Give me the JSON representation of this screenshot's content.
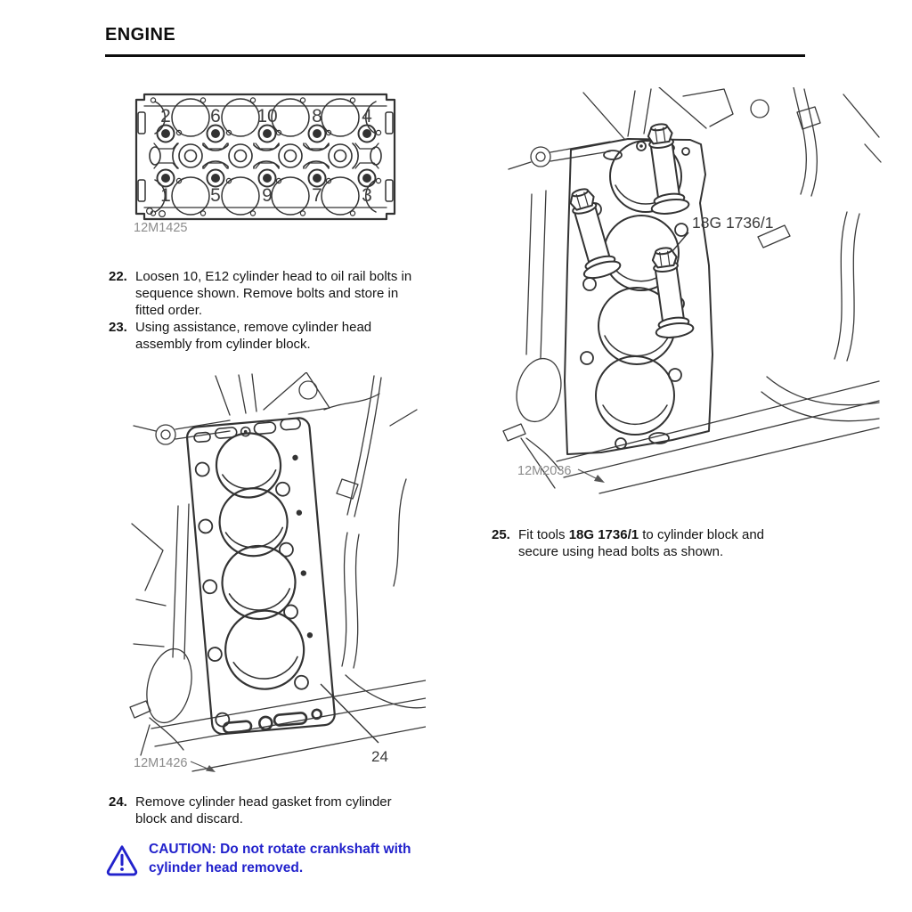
{
  "page": {
    "title": "ENGINE"
  },
  "colors": {
    "caution_blue": "#2222cc",
    "figure_label_gray": "#8c8c8c",
    "line_art_ink": "#333333"
  },
  "figures": {
    "head": {
      "code": "12M1425",
      "top_row": [
        "2",
        "6",
        "10",
        "8",
        "4"
      ],
      "bottom_row": [
        "1",
        "5",
        "9",
        "7",
        "3"
      ]
    },
    "gasket": {
      "code": "12M1426",
      "callout": "24"
    },
    "block": {
      "code": "12M2036",
      "tool": "18G 1736/1"
    }
  },
  "steps": {
    "s22": {
      "num": "22.",
      "lines": [
        "Loosen 10, E12 cylinder head to oil rail bolts in",
        "sequence shown. Remove bolts and store in",
        "fitted order."
      ]
    },
    "s23": {
      "num": "23.",
      "lines": [
        "Using assistance, remove cylinder head",
        "assembly from cylinder block."
      ]
    },
    "s25": {
      "num": "25.",
      "pre": "Fit tools ",
      "tool": "18G 1736/1",
      "post": " to cylinder block and",
      "line2": "secure using head bolts as shown."
    },
    "s24": {
      "num": "24.",
      "lines": [
        "Remove cylinder head gasket from cylinder",
        "block and discard."
      ]
    }
  },
  "caution": {
    "lines": [
      "CAUTION: Do not rotate crankshaft with",
      "cylinder head removed."
    ]
  }
}
